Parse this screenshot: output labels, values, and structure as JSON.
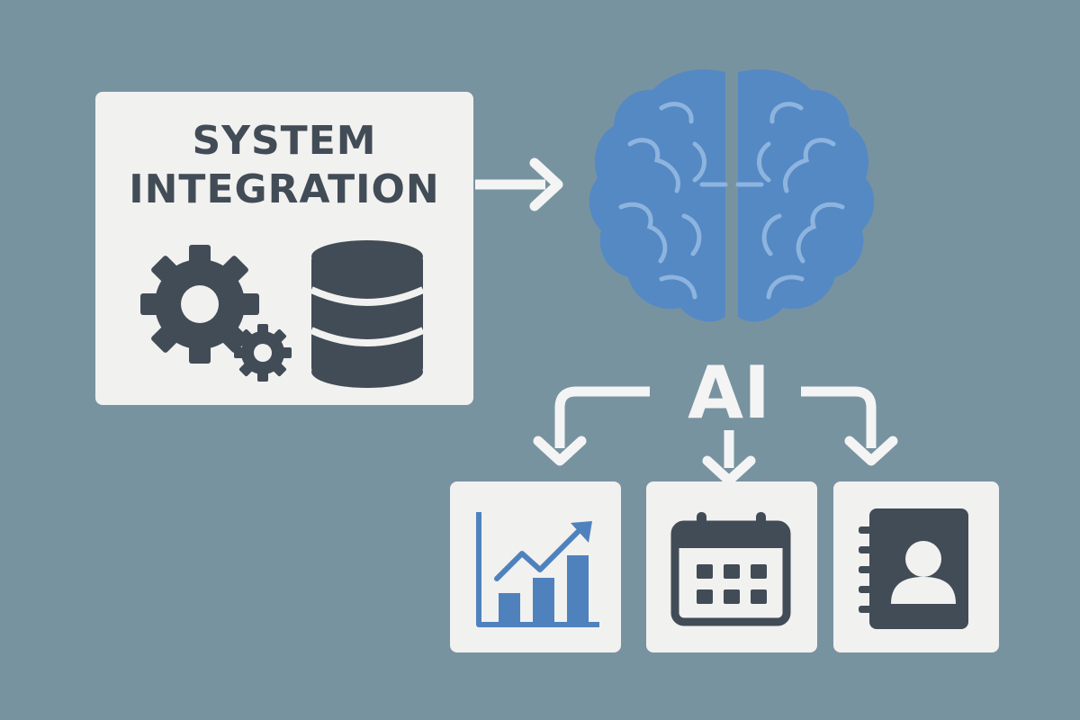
{
  "colors": {
    "background": "#7893a0",
    "panel": "#f1f1f0",
    "dark": "#424c56",
    "brain": "#5589c4",
    "brain_line": "#8db4df",
    "arrow": "#f4f4f4",
    "chart_blue": "#4f82bd"
  },
  "integration": {
    "title_line1": "SYSTEM",
    "title_line2": "INTEGRATION",
    "icons": [
      "gear-icon",
      "small-gear-icon",
      "database-icon"
    ]
  },
  "ai": {
    "label": "AI",
    "icon": "brain-icon"
  },
  "outputs": [
    {
      "icon": "bar-chart-trend-icon"
    },
    {
      "icon": "calendar-icon"
    },
    {
      "icon": "contact-book-icon"
    }
  ]
}
